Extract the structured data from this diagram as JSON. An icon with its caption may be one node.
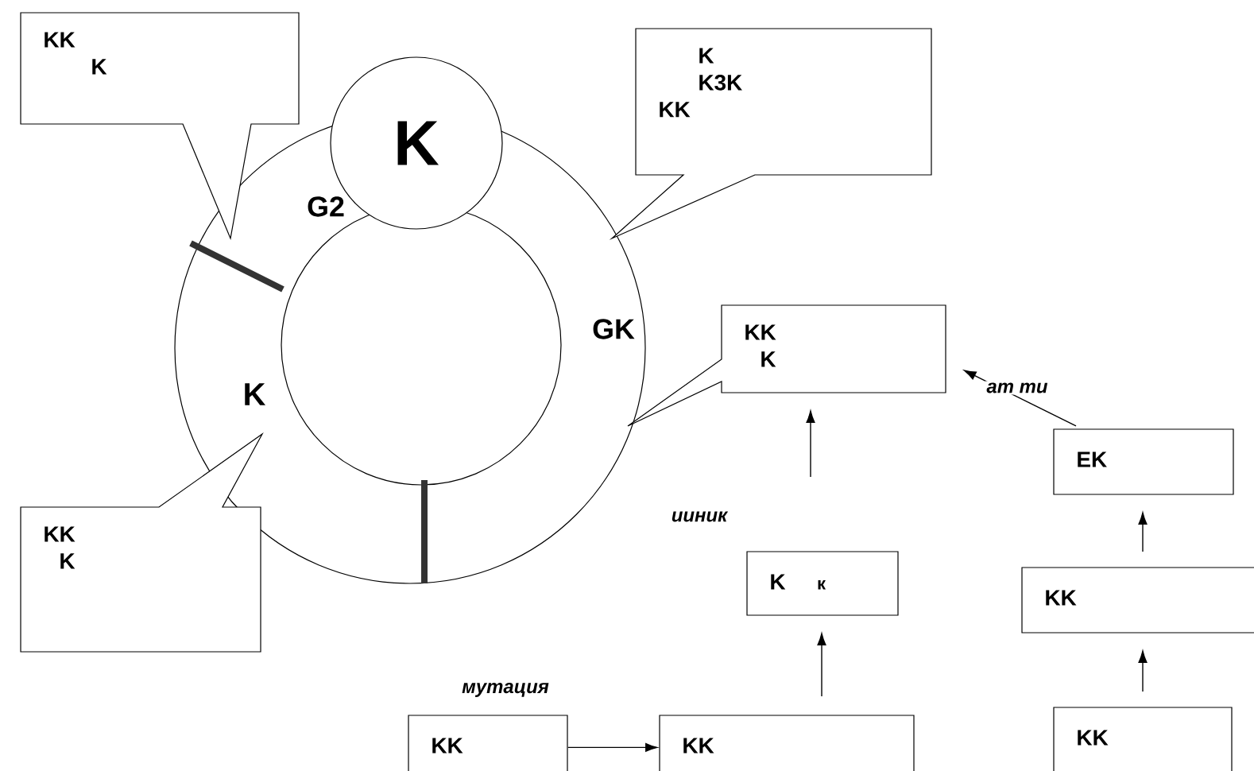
{
  "diagram": {
    "nodes": [
      {
        "text": [
          "KK",
          "K"
        ]
      },
      {
        "text": [
          "K"
        ]
      },
      {
        "text": [
          "K",
          "K3K",
          "KK"
        ]
      },
      {
        "text": [
          "KK",
          "K"
        ]
      },
      {
        "text": [
          "KK",
          "K"
        ]
      },
      {
        "text": [
          "K",
          "к"
        ]
      },
      {
        "text": [
          "KK"
        ]
      },
      {
        "text": [
          "KK"
        ]
      },
      {
        "text": [
          "EK"
        ]
      },
      {
        "text": [
          "KK"
        ]
      },
      {
        "text": [
          "KK"
        ]
      }
    ],
    "edges": [
      {
        "from": 6,
        "to": 7,
        "arrow": "to",
        "label": "мутация"
      },
      {
        "from": 7,
        "to": 5,
        "arrow": "to"
      },
      {
        "from": 5,
        "to": 3,
        "arrow": "to",
        "label": "ииник"
      },
      {
        "from": 8,
        "to": 3,
        "arrow": "to",
        "label": "ат ти"
      },
      {
        "from": 9,
        "to": 8,
        "arrow": "to"
      },
      {
        "from": 10,
        "to": 9,
        "arrow": "to"
      }
    ],
    "labels": [
      "G2",
      "K",
      "GK"
    ]
  }
}
